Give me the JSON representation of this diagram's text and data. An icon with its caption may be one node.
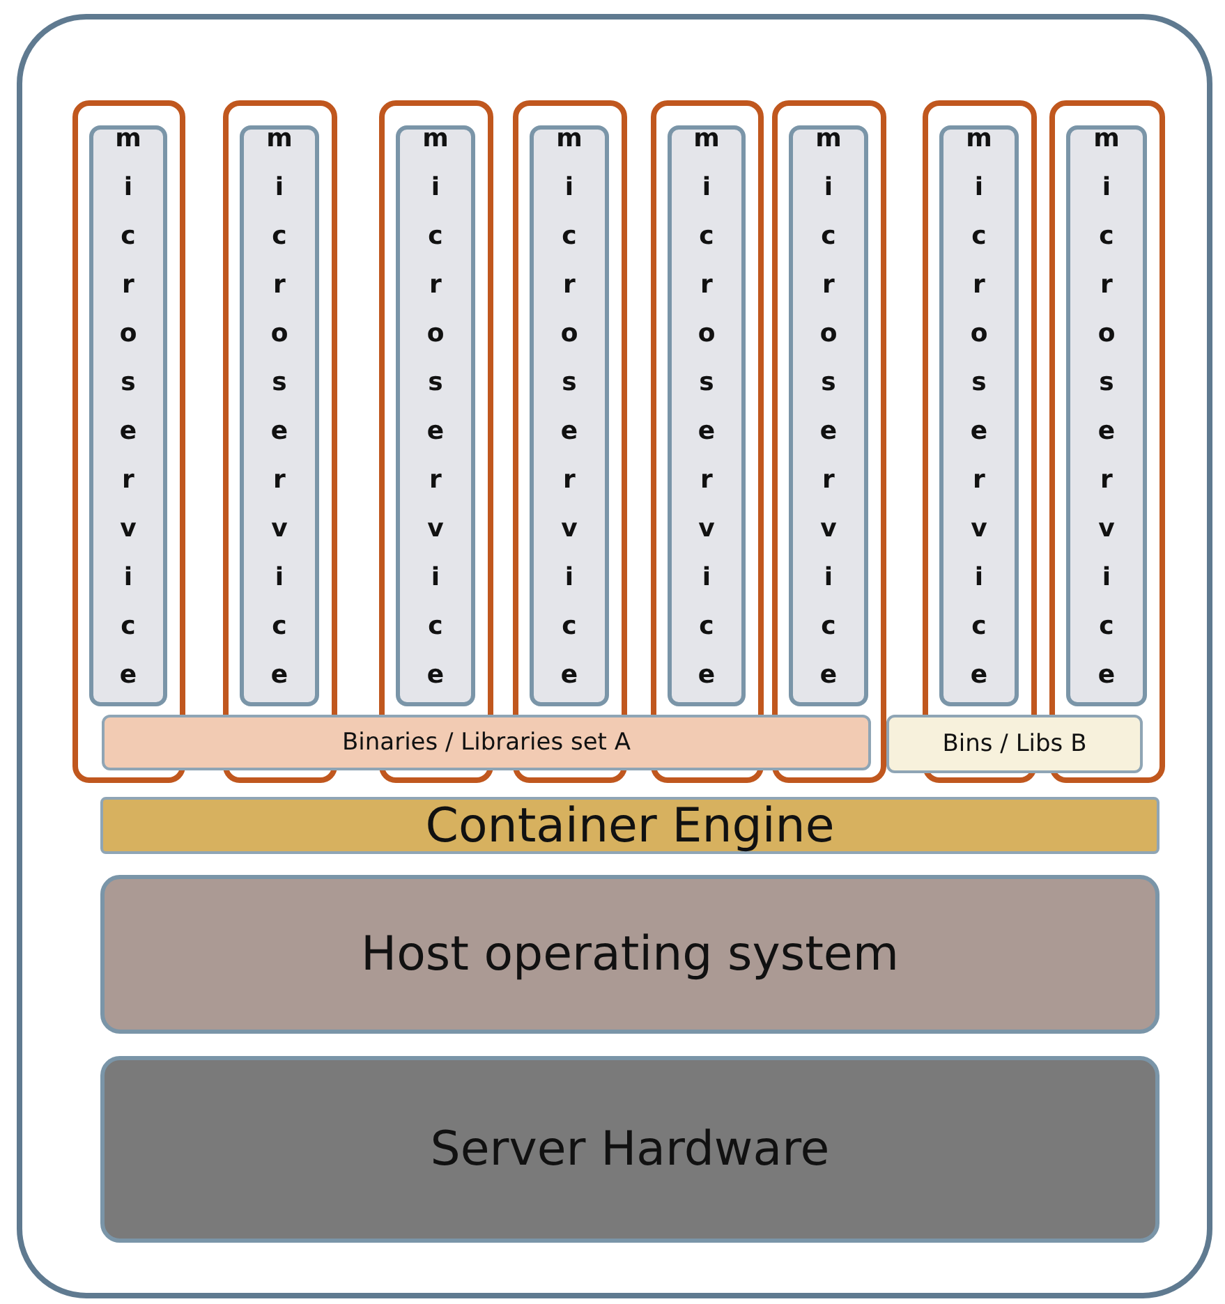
{
  "diagram": {
    "nodes": [
      {
        "text": [],
        "shape": "box"
      },
      {
        "text": [],
        "shape": "box",
        "in": 0
      },
      {
        "text": [
          "microservice"
        ],
        "in": 1
      },
      {
        "text": [],
        "shape": "box",
        "in": 0
      },
      {
        "text": [
          "microservice"
        ],
        "in": 3
      },
      {
        "text": [],
        "shape": "box",
        "in": 0
      },
      {
        "text": [
          "microservice"
        ],
        "in": 5
      },
      {
        "text": [],
        "shape": "box",
        "in": 0
      },
      {
        "text": [
          "microservice"
        ],
        "in": 7
      },
      {
        "text": [],
        "shape": "box",
        "in": 0
      },
      {
        "text": [
          "microservice"
        ],
        "in": 9
      },
      {
        "text": [],
        "shape": "box",
        "in": 0
      },
      {
        "text": [
          "microservice"
        ],
        "in": 11
      },
      {
        "text": [],
        "shape": "box",
        "in": 0
      },
      {
        "text": [
          "microservice"
        ],
        "in": 13
      },
      {
        "text": [],
        "shape": "box",
        "in": 0
      },
      {
        "text": [
          "microservice"
        ],
        "in": 15
      },
      {
        "text": [
          "Binaries / Libraries set A"
        ],
        "in": 0
      },
      {
        "text": [
          "Bins / Libs B"
        ],
        "in": 0
      },
      {
        "text": [
          "Container Engine"
        ],
        "in": 0
      },
      {
        "text": [
          "Host operating system"
        ],
        "in": 0
      },
      {
        "text": [
          "Server Hardware"
        ],
        "in": 0
      }
    ]
  }
}
